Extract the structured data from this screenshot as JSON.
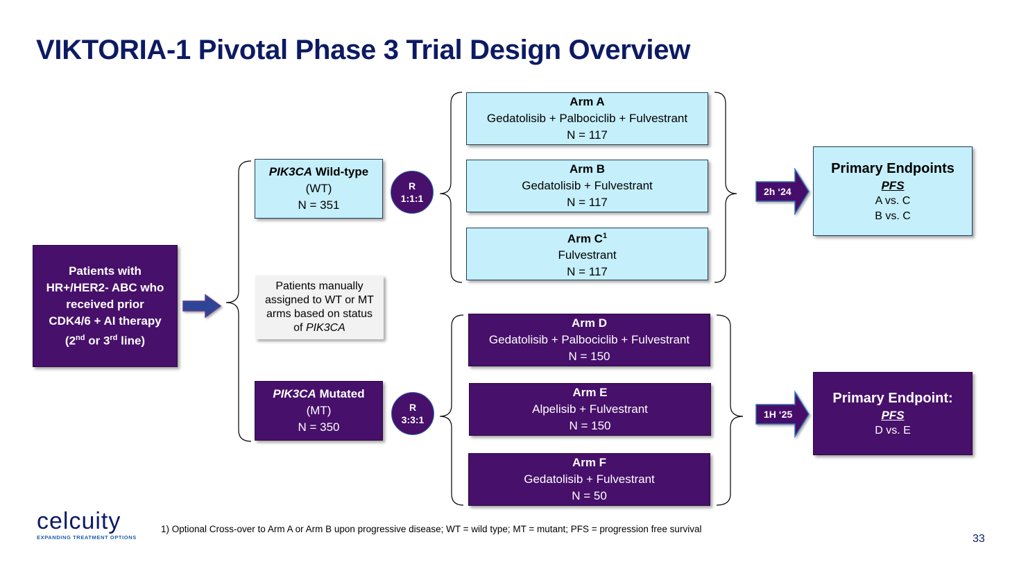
{
  "title": "VIKTORIA-1 Pivotal Phase 3 Trial Design Overview",
  "patients": {
    "line1": "Patients with",
    "line2": "HR+/HER2- ABC who",
    "line3": "received prior",
    "line4": "CDK4/6 + AI therapy",
    "line5_a": "(2",
    "line5_sup1": "nd",
    "line5_b": " or 3",
    "line5_sup2": "rd",
    "line5_c": " line)"
  },
  "wt_box": {
    "gene": "PIK3CA",
    "label": " Wild-type",
    "abbr": "(WT)",
    "n": "N = 351"
  },
  "mt_box": {
    "gene": "PIK3CA",
    "label": " Mutated",
    "abbr": "(MT)",
    "n": "N = 350"
  },
  "note": {
    "line1": "Patients manually",
    "line2": "assigned to WT or MT",
    "line3": "arms based on status",
    "line4_prefix": "of ",
    "line4_gene": "PIK3CA"
  },
  "randomization": [
    {
      "label": "R",
      "ratio": "1:1:1"
    },
    {
      "label": "R",
      "ratio": "3:3:1"
    }
  ],
  "arms": [
    {
      "name": "Arm A",
      "sup": "",
      "regimen": "Gedatolisib + Palbociclib + Fulvestrant",
      "n": "N = 117"
    },
    {
      "name": "Arm B",
      "sup": "",
      "regimen": "Gedatolisib + Fulvestrant",
      "n": "N = 117"
    },
    {
      "name": "Arm C",
      "sup": "1",
      "regimen": "Fulvestrant",
      "n": "N = 117"
    },
    {
      "name": "Arm D",
      "sup": "",
      "regimen": "Gedatolisib + Palbociclib + Fulvestrant",
      "n": "N = 150"
    },
    {
      "name": "Arm E",
      "sup": "",
      "regimen": "Alpelisib + Fulvestrant",
      "n": "N = 150"
    },
    {
      "name": "Arm F",
      "sup": "",
      "regimen": "Gedatolisib + Fulvestrant",
      "n": "N = 50"
    }
  ],
  "timing": [
    "2h ‘24",
    "1H ‘25"
  ],
  "endpoints": [
    {
      "heading": "Primary Endpoints",
      "measure": "PFS",
      "comparisons": [
        "A vs. C",
        "B vs. C"
      ]
    },
    {
      "heading": "Primary Endpoint:",
      "measure": "PFS",
      "comparisons": [
        "D vs. E"
      ]
    }
  ],
  "footnote": "1) Optional Cross-over to Arm A or Arm B upon progressive disease; WT = wild type; MT = mutant; PFS = progression free survival",
  "page_number": "33",
  "logo": {
    "wordmark": "celcuity",
    "tagline": "EXPANDING TREATMENT OPTIONS"
  },
  "colors": {
    "title": "#0d1a63",
    "light_box": "#c5effb",
    "dark_box": "#47106a",
    "arrow_fill": "#2f4496",
    "arrow_stroke": "#5b3a8a"
  }
}
